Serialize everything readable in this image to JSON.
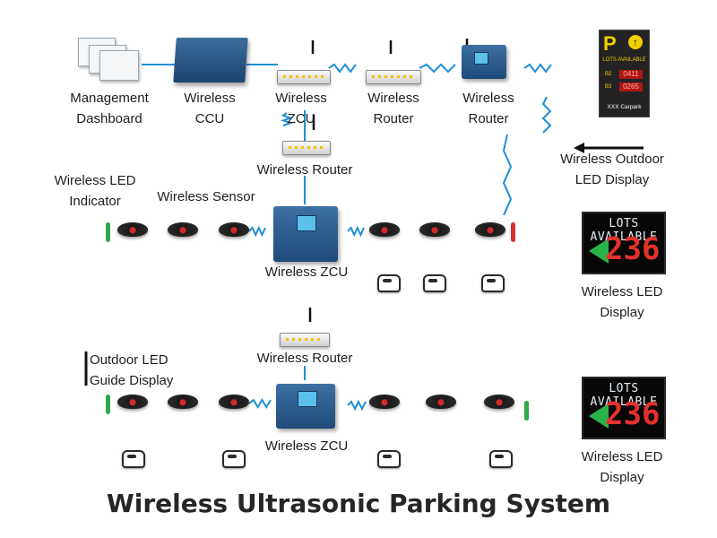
{
  "title": "Wireless Ultrasonic Parking System",
  "labels": {
    "management_dashboard": [
      "Management",
      "Dashboard"
    ],
    "wireless_ccu": [
      "Wireless",
      "CCU"
    ],
    "wireless_zcu_top": [
      "Wireless",
      "ZCU"
    ],
    "wireless_router_top1": [
      "Wireless",
      "Router"
    ],
    "wireless_router_top2": [
      "Wireless",
      "Router"
    ],
    "wireless_router_mid": "Wireless Router",
    "wireless_led_indicator": [
      "Wireless LED",
      "Indicator"
    ],
    "wireless_sensor": "Wireless Sensor",
    "wireless_zcu_1": "Wireless ZCU",
    "wireless_router_lower": "Wireless Router",
    "outdoor_led_guide": [
      "Outdoor LED",
      "Guide Display"
    ],
    "wireless_zcu_2": "Wireless ZCU",
    "wireless_outdoor_led": [
      "Wireless Outdoor",
      "LED Display"
    ],
    "wireless_led_display_1": [
      "Wireless  LED",
      "Display"
    ],
    "wireless_led_display_2": [
      "Wireless  LED",
      "Display"
    ]
  },
  "led_displays": [
    {
      "heading": "LOTS AVAILABLE",
      "count": "236"
    },
    {
      "heading": "LOTS AVAILABLE",
      "count": "236"
    }
  ],
  "outdoor_sign": {
    "letter": "P",
    "lots_label": "LOTS AVAILABLE",
    "levels": [
      "B2",
      "B3"
    ],
    "counts": [
      "0411",
      "0265"
    ],
    "brand": "XXX Carpark"
  },
  "colors": {
    "device_blue": "#2a5b8c",
    "wave_blue": "#1f8fd6",
    "indicator_green": "#2ea84a",
    "indicator_red": "#d93030",
    "led_red": "#e5312b",
    "led_green": "#29b34a"
  },
  "icons": {
    "arrow": "left-arrow-icon",
    "wave": "wireless-wave-icon",
    "car": "car-icon",
    "sensor": "ultrasonic-sensor-icon"
  }
}
